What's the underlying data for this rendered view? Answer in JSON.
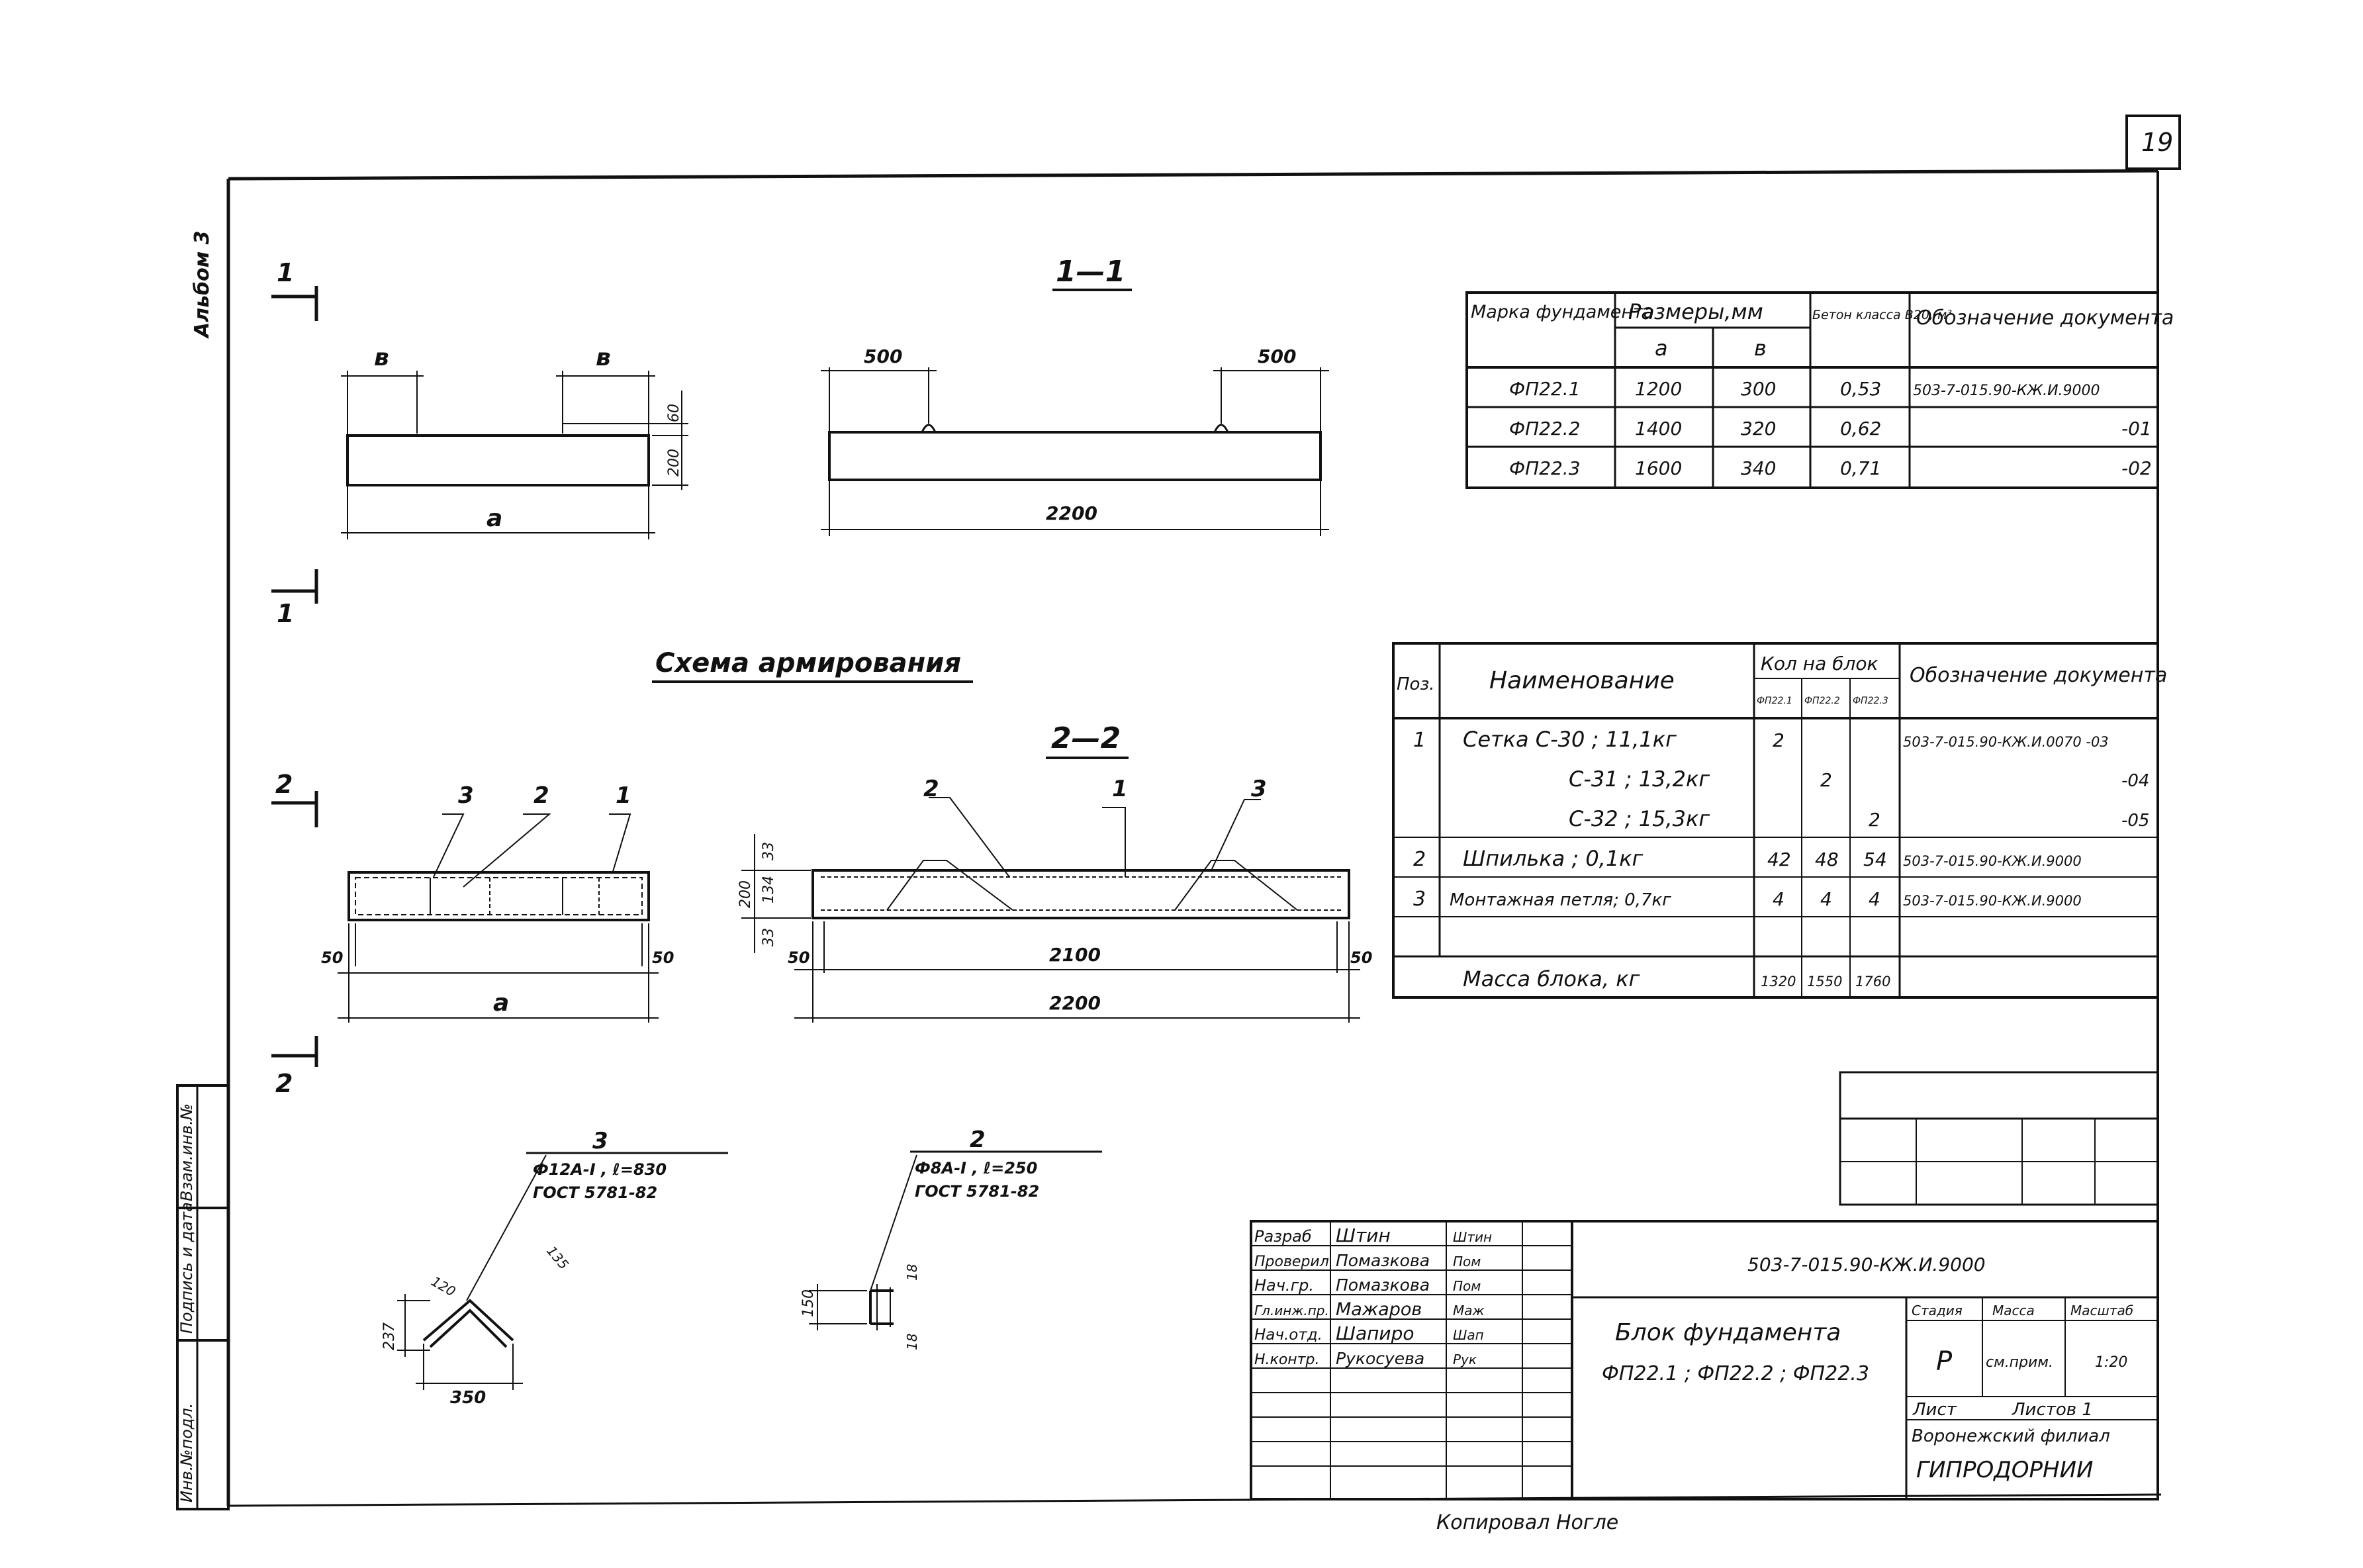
{
  "sheet": {
    "number": "19",
    "album_label": "Альбом 3"
  },
  "sections": {
    "s11": "1—1",
    "s22": "2—2",
    "scheme_title": "Схема армирования",
    "cut1_top": "1",
    "cut1_bottom": "1",
    "cut2_top": "2",
    "cut2_bottom": "2"
  },
  "view1": {
    "b_left": "в",
    "b_right": "в",
    "dim_60": "60",
    "dim_200": "200",
    "a": "a"
  },
  "view11": {
    "d500l": "500",
    "d500r": "500",
    "d2200": "2200"
  },
  "view2": {
    "p3": "3",
    "p2": "2",
    "p1": "1",
    "d50l": "50",
    "d50r": "50",
    "a": "a"
  },
  "view22": {
    "p2": "2",
    "p1": "1",
    "p3": "3",
    "d33": "33",
    "d134": "134",
    "d200": "200",
    "d33b": "33",
    "d50l": "50",
    "d2100": "2100",
    "d50r": "50",
    "d2200": "2200"
  },
  "detail3": {
    "pos": "3",
    "spec": "Ф12А-I , ℓ=830",
    "gost": "ГОСТ 5781-82",
    "d120": "120",
    "d135": "135",
    "d237": "237",
    "d350": "350"
  },
  "detail2": {
    "pos": "2",
    "spec": "Ф8А-I , ℓ=250",
    "gost": "ГОСТ 5781-82",
    "d150": "150",
    "d18a": "18",
    "d18b": "18"
  },
  "table1": {
    "headers": {
      "mark": "Марка фундамента",
      "dims": "Размеры,мм",
      "a": "a",
      "b": "в",
      "concrete": "Бетон класса В20, м³",
      "doc": "Обозначение документа"
    },
    "rows": [
      {
        "mark": "ФП22.1",
        "a": "1200",
        "b": "300",
        "conc": "0,53",
        "doc": "503-7-015.90-КЖ.И.9000"
      },
      {
        "mark": "ФП22.2",
        "a": "1400",
        "b": "320",
        "conc": "0,62",
        "doc": "-01"
      },
      {
        "mark": "ФП22.3",
        "a": "1600",
        "b": "340",
        "conc": "0,71",
        "doc": "-02"
      }
    ]
  },
  "table2": {
    "headers": {
      "pos": "Поз.",
      "name": "Наименование",
      "qty": "Кол на блок",
      "q1": "ФП22.1",
      "q2": "ФП22.2",
      "q3": "ФП22.3",
      "doc": "Обозначение документа"
    },
    "rows": [
      {
        "pos": "1",
        "name": "Сетка С-30 ; 11,1кг",
        "q1": "2",
        "q2": "",
        "q3": "",
        "doc": "503-7-015.90-КЖ.И.0070 -03"
      },
      {
        "pos": "",
        "name": "С-31 ; 13,2кг",
        "q1": "",
        "q2": "2",
        "q3": "",
        "doc": "-04"
      },
      {
        "pos": "",
        "name": "С-32 ; 15,3кг",
        "q1": "",
        "q2": "",
        "q3": "2",
        "doc": "-05"
      },
      {
        "pos": "2",
        "name": "Шпилька ; 0,1кг",
        "q1": "42",
        "q2": "48",
        "q3": "54",
        "doc": "503-7-015.90-КЖ.И.9000"
      },
      {
        "pos": "3",
        "name": "Монтажная петля; 0,7кг",
        "q1": "4",
        "q2": "4",
        "q3": "4",
        "doc": "503-7-015.90-КЖ.И.9000"
      },
      {
        "pos": "",
        "name": "",
        "q1": "",
        "q2": "",
        "q3": "",
        "doc": ""
      }
    ],
    "mass": {
      "label": "Масса блока, кг",
      "q1": "1320",
      "q2": "1550",
      "q3": "1760"
    }
  },
  "stamp": {
    "roles": [
      {
        "role": "Разраб",
        "name": "Штин",
        "sign": "Штин"
      },
      {
        "role": "Проверил",
        "name": "Помазкова",
        "sign": "Пом"
      },
      {
        "role": "Нач.гр.",
        "name": "Помазкова",
        "sign": "Пом"
      },
      {
        "role": "Гл.инж.пр.",
        "name": "Мажаров",
        "sign": "Маж"
      },
      {
        "role": "Нач.отд.",
        "name": "Шапиро",
        "sign": "Шап"
      },
      {
        "role": "Н.контр.",
        "name": "Рукосуева",
        "sign": "Рук"
      }
    ],
    "code": "503-7-015.90-КЖ.И.9000",
    "title1": "Блок фундамента",
    "title2": "ФП22.1 ; ФП22.2 ; ФП22.3",
    "stage_h": "Стадия",
    "mass_h": "Масса",
    "scale_h": "Масштаб",
    "stage": "Р",
    "mass": "см.прим.",
    "scale": "1:20",
    "sheet": "Лист",
    "sheets": "Листов 1",
    "org1": "Воронежский филиал",
    "org2": "ГИПРОДОРНИИ"
  },
  "side_stamp": {
    "c1": "Взам.инв.№",
    "c2": "Подпись и дата",
    "c3": "Инв.№подл."
  },
  "bottom_note": "Копировал Ногле"
}
